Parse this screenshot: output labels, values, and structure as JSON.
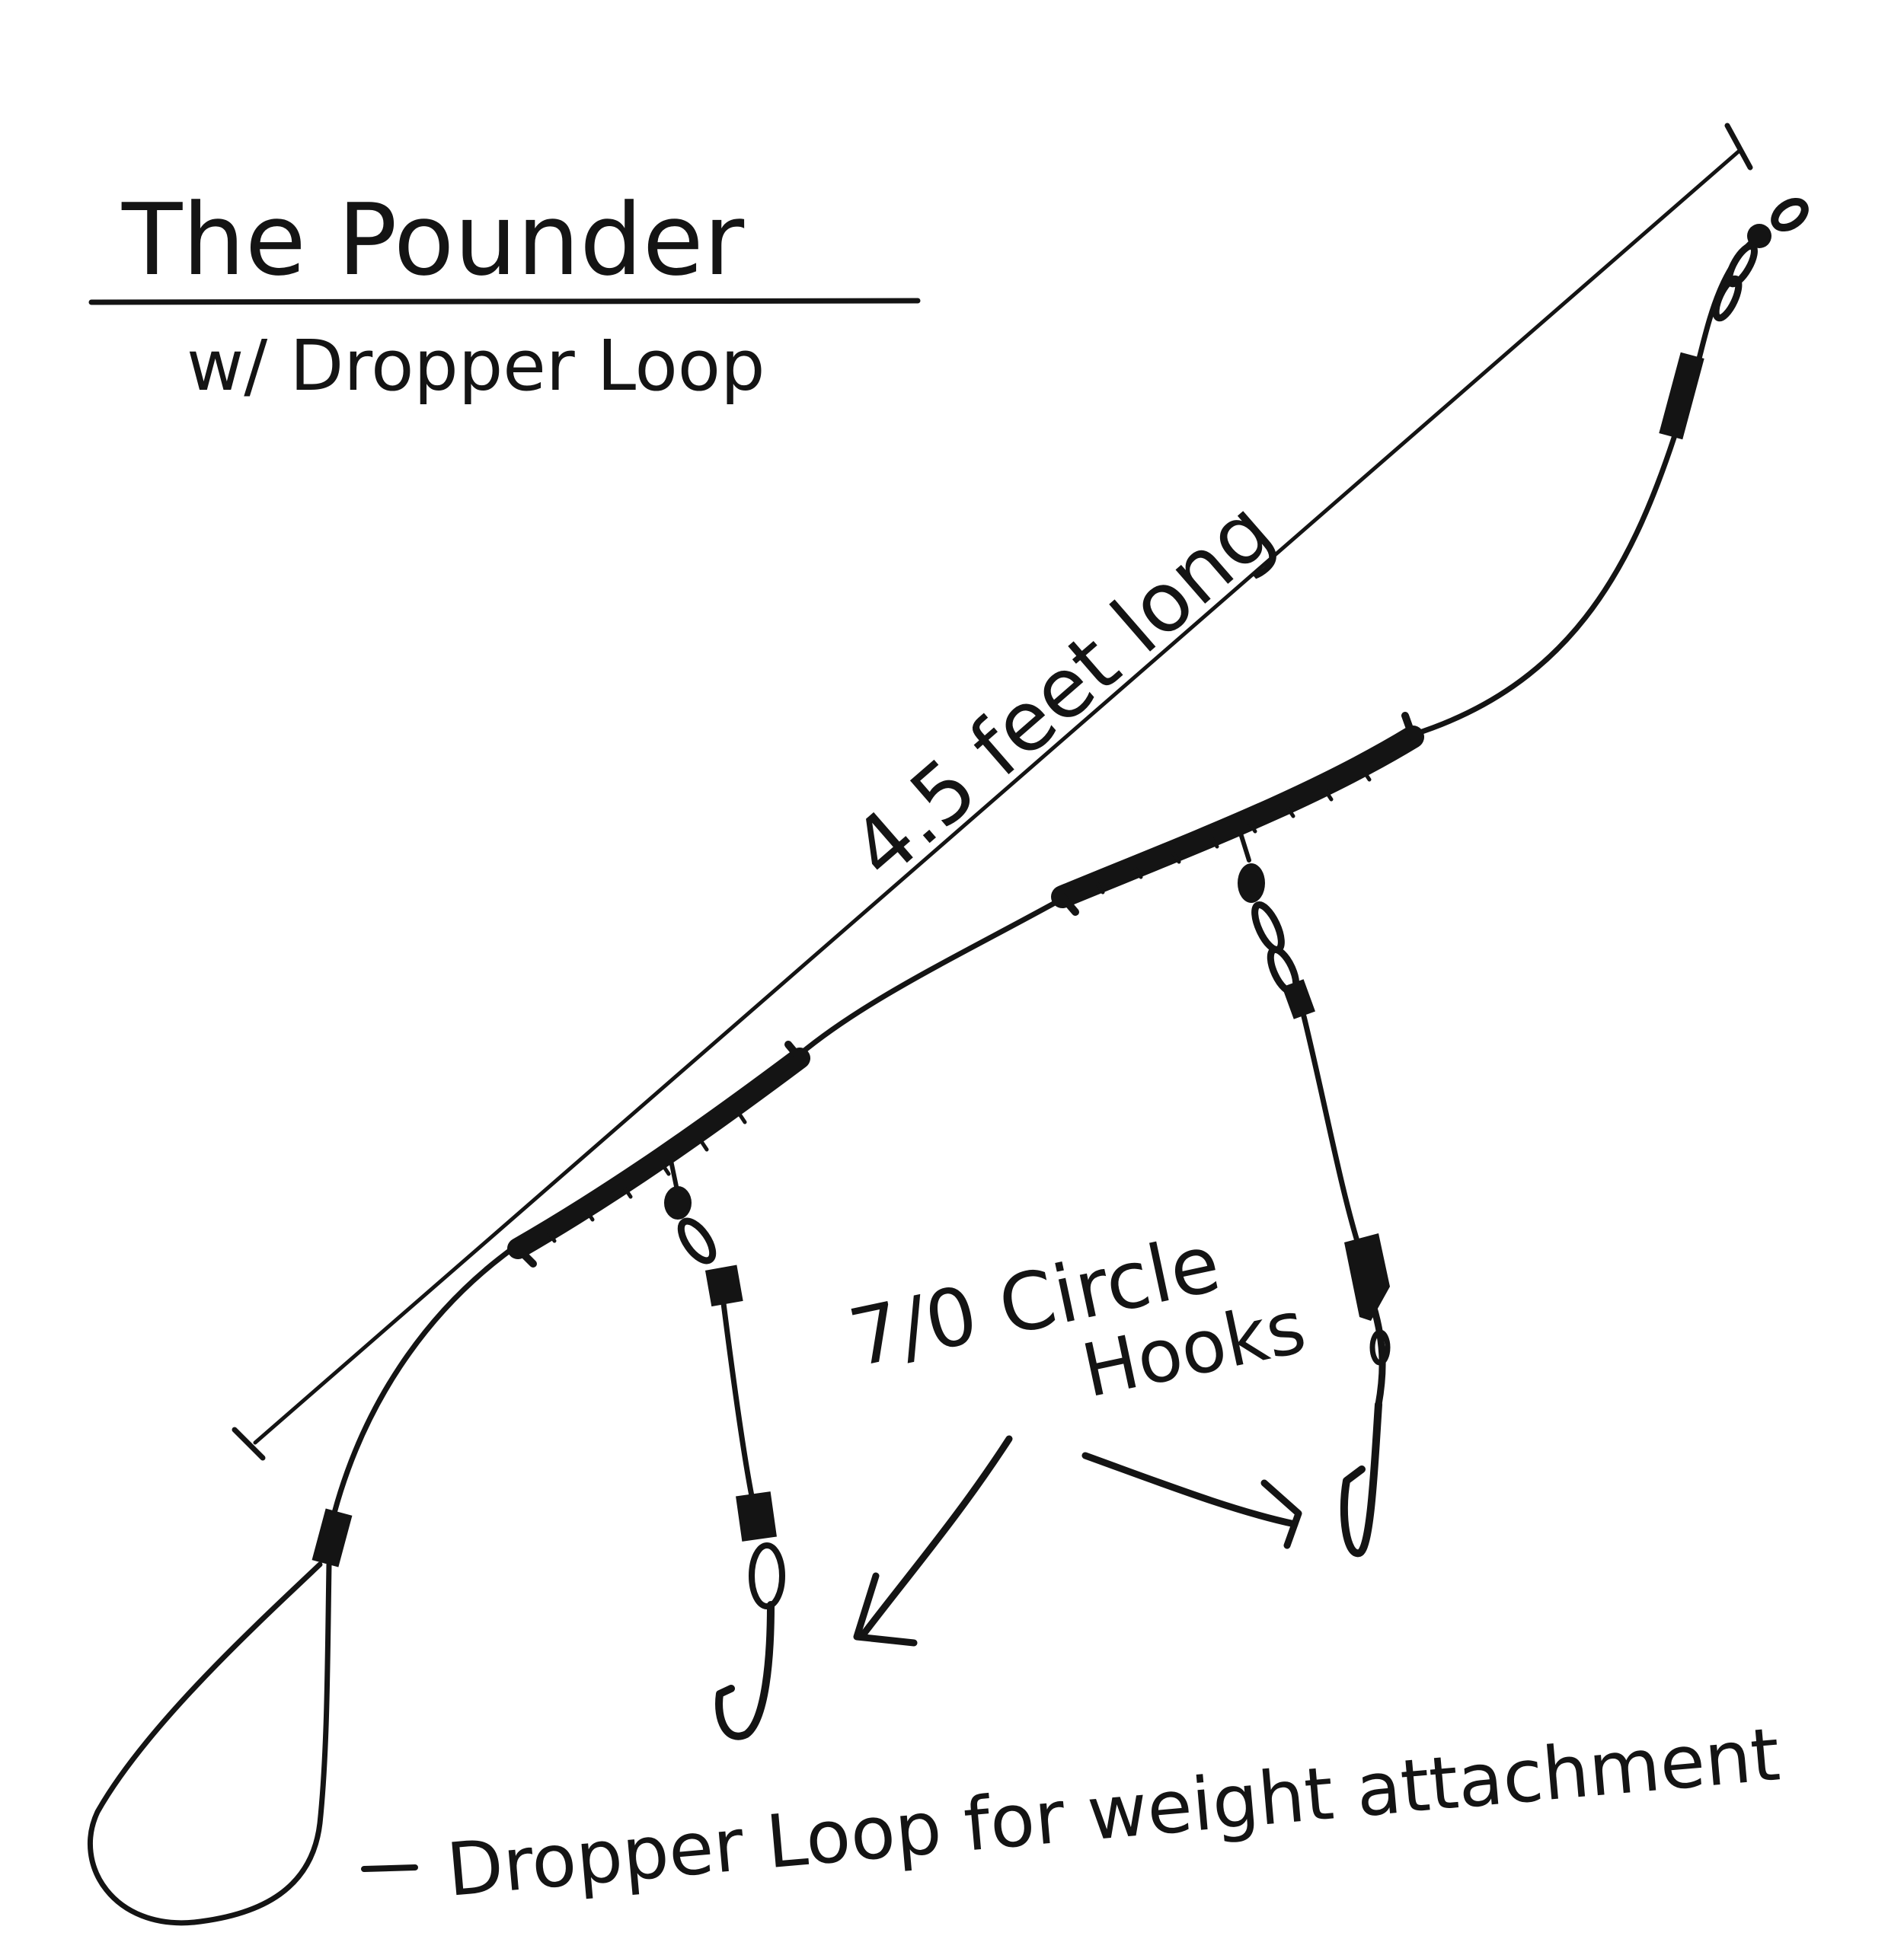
{
  "title": "The Pounder",
  "subtitle": "w/ Dropper Loop",
  "labels": {
    "length": "4.5 feet long",
    "hooks_line1": "7/0 Circle",
    "hooks_line2": "Hooks",
    "dropper": "Dropper Loop for weight attachment"
  },
  "colors": {
    "ink": "#141414",
    "paper": "#ffffff"
  }
}
